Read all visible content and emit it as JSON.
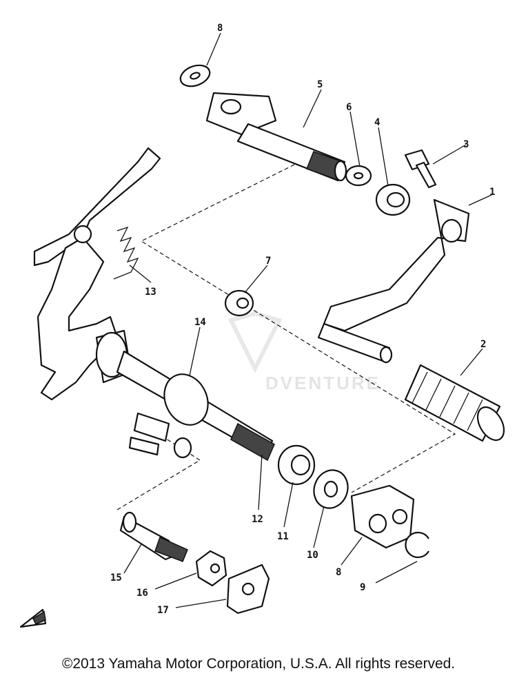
{
  "callouts": {
    "c1": "1",
    "c2": "2",
    "c3": "3",
    "c4": "4",
    "c5": "5",
    "c6": "6",
    "c7": "7",
    "c8a": "8",
    "c8b": "8",
    "c9": "9",
    "c10": "10",
    "c11": "11",
    "c12": "12",
    "c13": "13",
    "c14": "14",
    "c15": "15",
    "c16": "16",
    "c17": "17"
  },
  "watermark": "DVENTURE",
  "footer": {
    "copyright": "©2013 Yamaha Motor Corporation, U.S.A. All rights reserved."
  },
  "colors": {
    "ink": "#111111",
    "paper": "#ffffff",
    "watermark": "#cfcfcf"
  }
}
